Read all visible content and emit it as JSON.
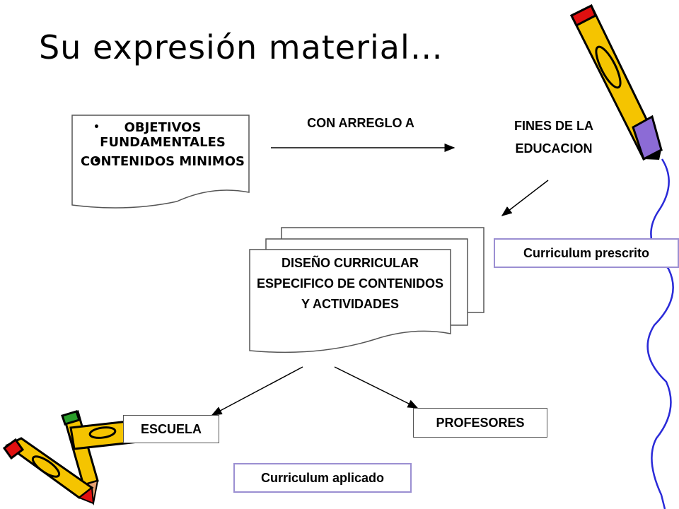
{
  "title": "Su expresión material…",
  "document_box": {
    "items": [
      "OBJETIVOS FUNDAMENTALES",
      "CONTENIDOS MINIMOS"
    ]
  },
  "arrow_label": "CON ARREGLO A",
  "target": "FINES DE LA EDUCACION",
  "design_doc": "DISEÑO CURRICULAR ESPECIFICO DE CONTENIDOS Y ACTIVIDADES",
  "curriculum_prescrito": "Curriculum prescrito",
  "escuela": "ESCUELA",
  "profesores": "PROFESORES",
  "curriculum_aplicado": "Curriculum aplicado",
  "colors": {
    "purple_border": "#9b8fd2",
    "pencil_yellow": "#f5c400",
    "pencil_red": "#e01010",
    "pencil_purple": "#8c6bd6",
    "squiggle_blue": "#2a2ad8"
  }
}
